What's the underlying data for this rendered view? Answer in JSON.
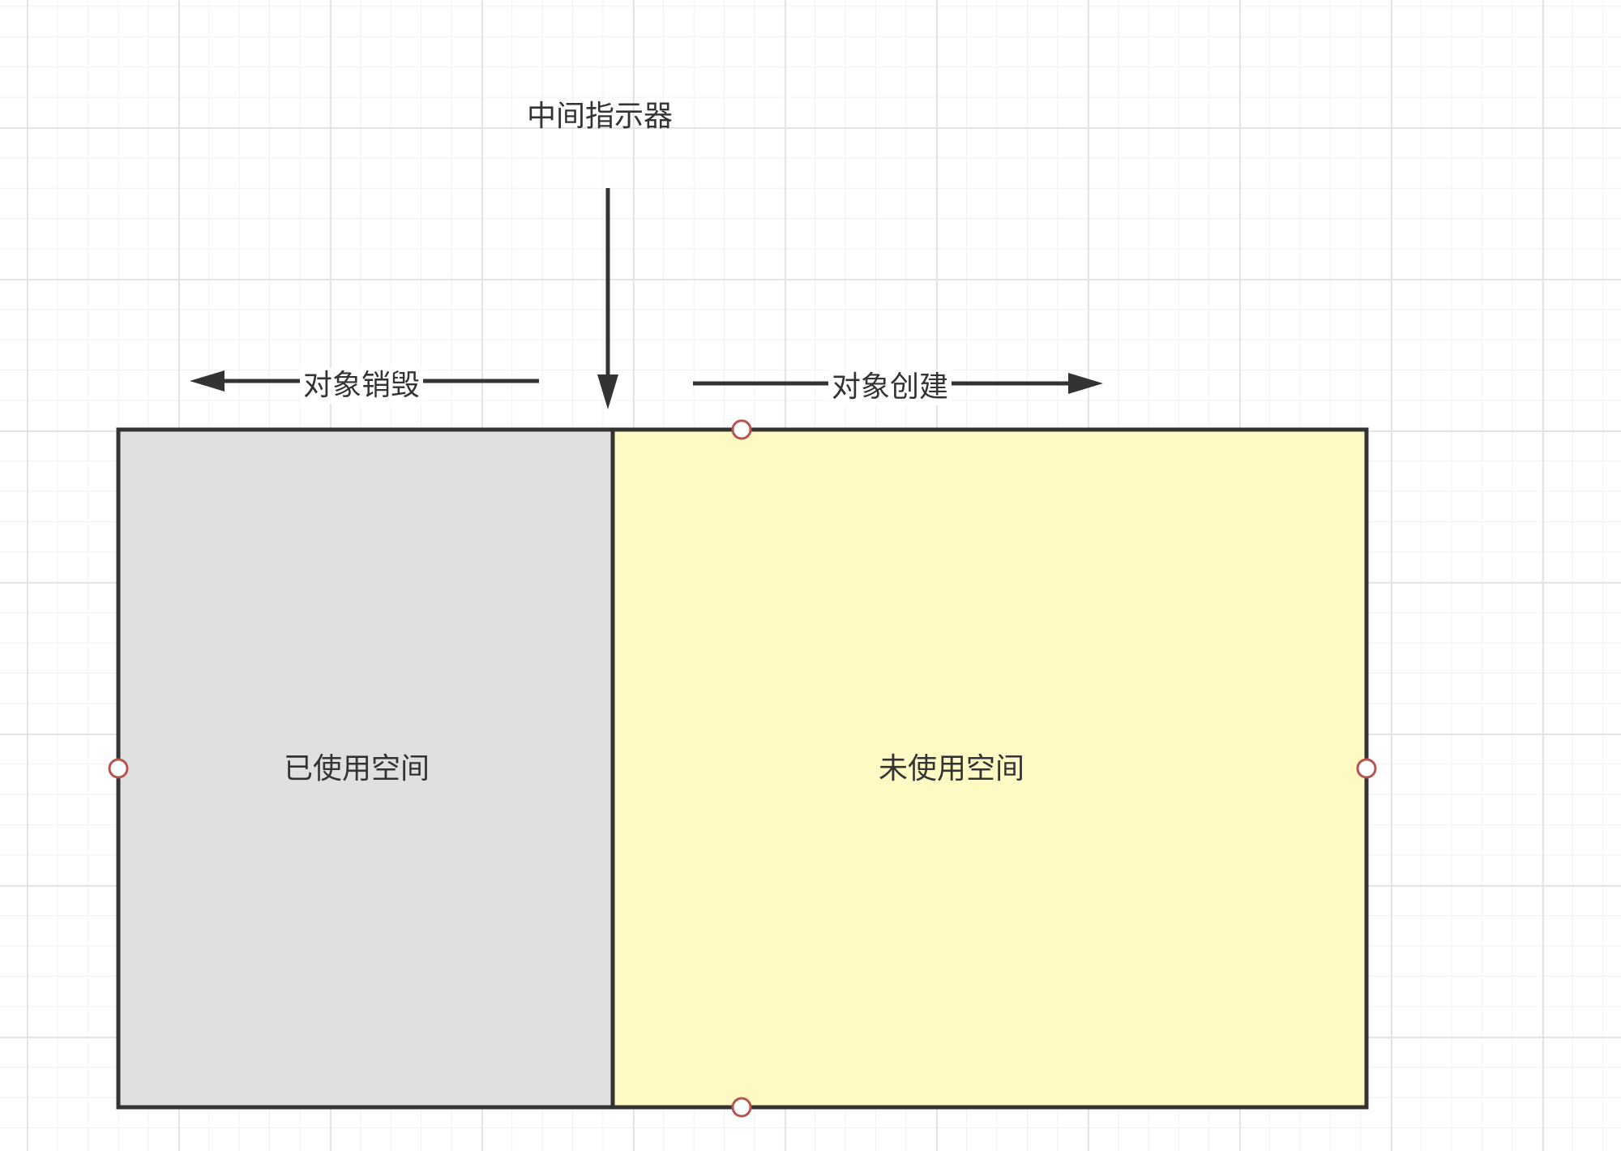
{
  "diagram": {
    "indicator_label": "中间指示器",
    "destroy_label": "对象销毁",
    "create_label": "对象创建",
    "used_label": "已使用空间",
    "unused_label": "未使用空间"
  },
  "colors": {
    "used_fill": "#e0e0e0",
    "unused_fill": "#fff9c4",
    "stroke": "#333333",
    "handle_stroke": "#b85450",
    "handle_fill": "#ffffff",
    "grid_major": "#e4e4e4",
    "grid_minor": "#f1f1f1"
  }
}
